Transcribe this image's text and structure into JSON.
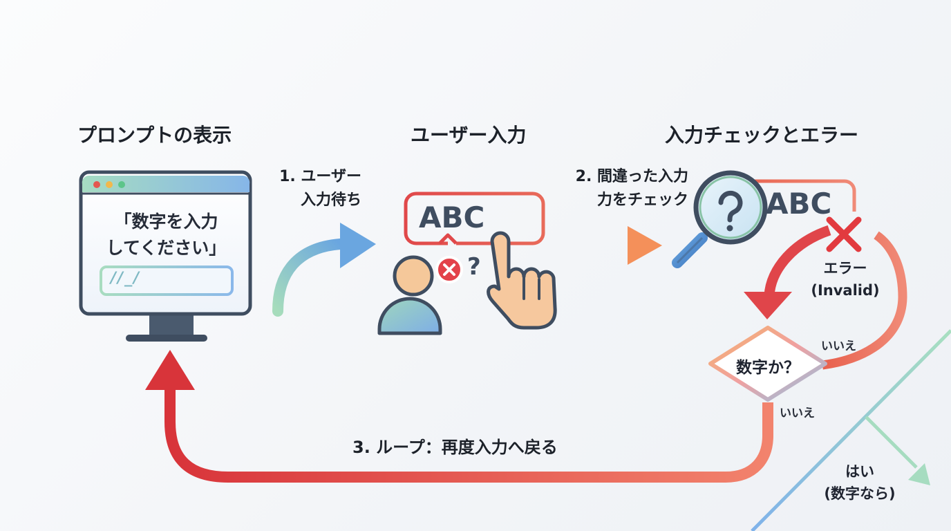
{
  "sections": {
    "prompt_title": "プロンプトの表示",
    "user_input_title": "ユーザー入力",
    "check_title": "入力チェックとエラー"
  },
  "monitor": {
    "prompt_line1": "「数字を入力",
    "prompt_line2": "してください」",
    "input_placeholder": "//_/"
  },
  "steps": {
    "step1_line1": "1. ユーザー",
    "step1_line2": "入力待ち",
    "step2_line1": "2. 間違った入力",
    "step2_line2": "力をチェック",
    "step3": "3. ループ：再度入力へ戻る"
  },
  "input_box_text": "ABC",
  "checked_text": "ABC",
  "error": {
    "line1": "エラー",
    "line2": "(Invalid)"
  },
  "decision": {
    "question": "数字か？",
    "no_label_right": "いいえ",
    "no_label_bottom": "いいえ",
    "yes_line1": "はい",
    "yes_line2": "(数字なら)"
  },
  "colors": {
    "loop_red": "#d63a3e",
    "arrow_blue": "#6aa6e0",
    "arrow_green": "#93d3b0",
    "arrow_orange": "#f59a58",
    "frame_dark": "#3f4d60"
  }
}
